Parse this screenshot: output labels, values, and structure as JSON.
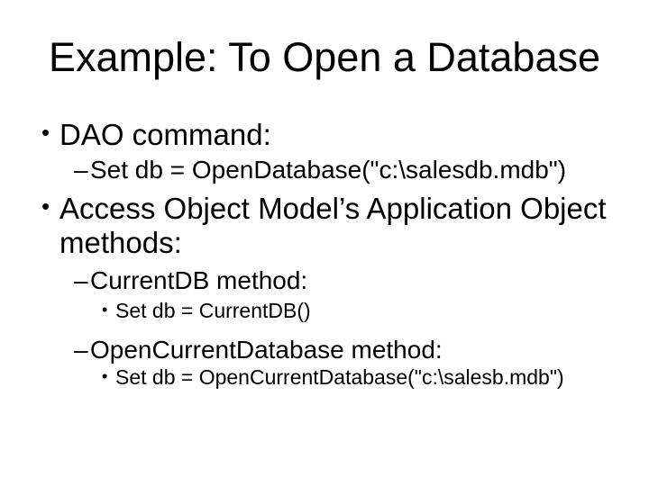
{
  "slide": {
    "title": "Example: To Open a Database",
    "colors": {
      "background": "#ffffff",
      "text": "#000000"
    },
    "bullets": [
      {
        "level": 1,
        "marker": "•",
        "text": "DAO command:"
      },
      {
        "level": 2,
        "marker": "–",
        "text": "Set db = OpenDatabase(\"c:\\salesdb.mdb\")"
      },
      {
        "level": 1,
        "marker": "•",
        "text": "Access Object Model’s Application Object\nmethods:"
      },
      {
        "level": 2,
        "marker": "–",
        "text": "CurrentDB method:"
      },
      {
        "level": 3,
        "marker": "•",
        "text": "Set db = CurrentDB()"
      },
      {
        "level": 2,
        "marker": "–",
        "text": "OpenCurrentDatabase method:"
      },
      {
        "level": 3,
        "marker": "•",
        "text": "Set db = OpenCurrentDatabase(\"c:\\salesb.mdb\")"
      }
    ]
  }
}
